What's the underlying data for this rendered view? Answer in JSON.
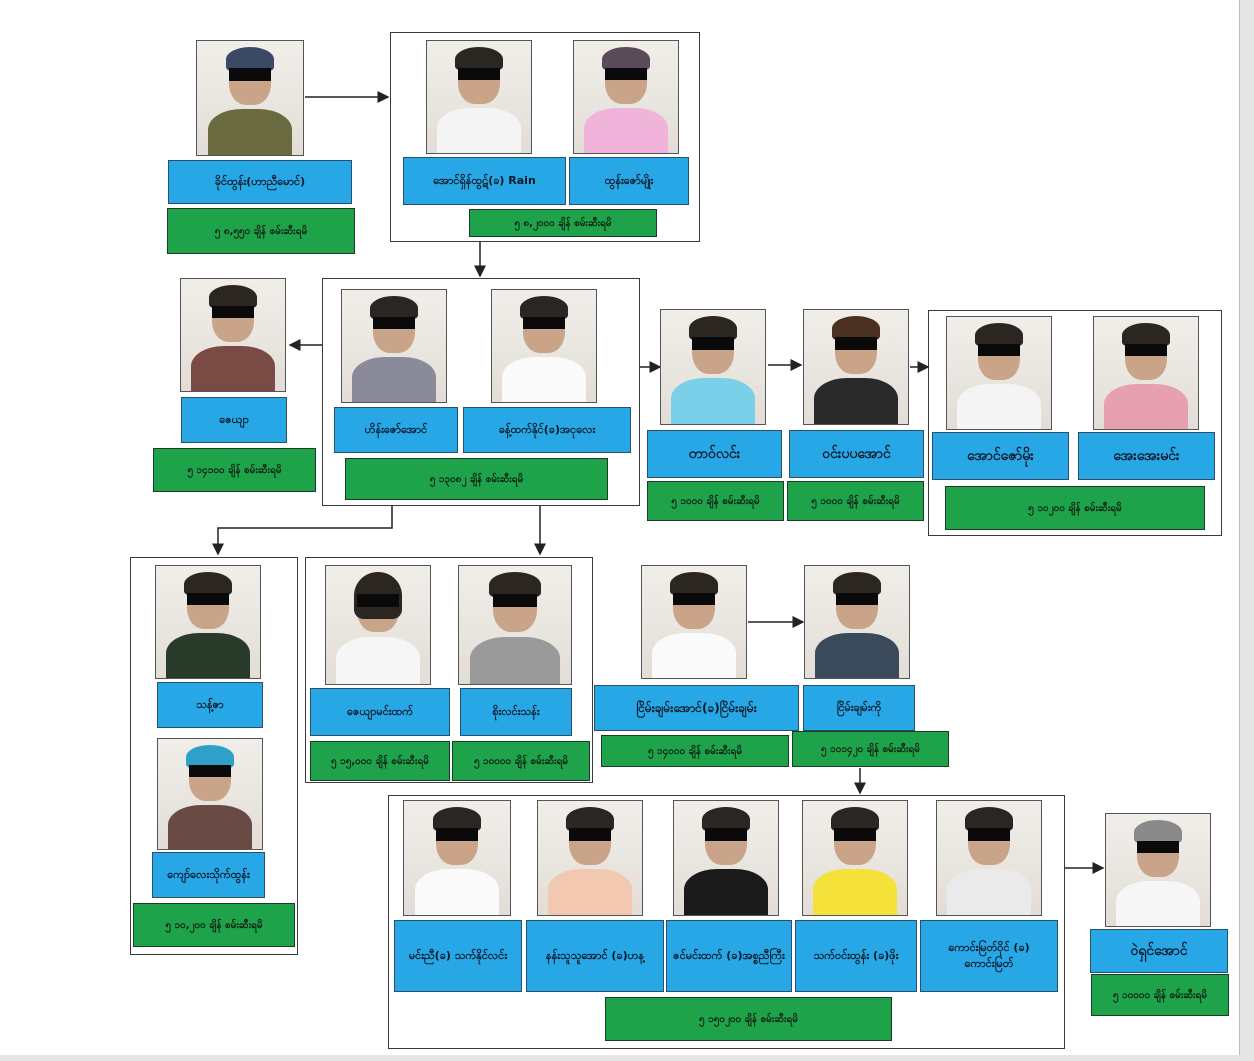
{
  "colors": {
    "name_box": "#27a7e5",
    "count_box": "#1ea24a",
    "frame": "#3a3a3a",
    "face_bar": "#0a0a0a"
  },
  "people": {
    "p1": {
      "name": "ခိုင်ထွန်း(ဟာညီမောင်)"
    },
    "p2": {
      "name": "အောင်ရှိန်ထွဋ်(ခ) Rain"
    },
    "p3": {
      "name": "ထွန်းဇော်မျိုး"
    },
    "p4": {
      "name": "ဇေယျာ"
    },
    "p5": {
      "name": "ဟိန်းဇော်အောင်"
    },
    "p6": {
      "name": "ခန့်ထက်နိုင်(ခ)အငုလေး"
    },
    "p7": {
      "name": "တာဝ်လင်း"
    },
    "p8": {
      "name": "ဝင်းပပအောင်"
    },
    "p9": {
      "name": "အောင်ဇော်မိုး"
    },
    "p10": {
      "name": "အေးအေးမင်း"
    },
    "p11": {
      "name": "သန့်ဇာ"
    },
    "p12": {
      "name": "ကျော်လေးသိုက်ထွန်း"
    },
    "p13": {
      "name": "ဇေယျာမင်းထက်"
    },
    "p14": {
      "name": "စိုးလင်းသန်း"
    },
    "p15": {
      "name": "ငြိမ်းချမ်းအောင်(ခ)ငြိမ်းချမ်း"
    },
    "p16": {
      "name": "ငြိမ်းချမ်းကို"
    },
    "p17": {
      "name": "မင်းညီ(ခ) သက်နိုင်လင်း"
    },
    "p18": {
      "name": "နန်းသူသူအောင် (ခ)ဟန့"
    },
    "p19": {
      "name": "ဇင်မင်းထက် (ခ)အစ္စညီကြီး"
    },
    "p20": {
      "name": "သက်ဝင်းထွန်း (ခ)ဖိုး"
    },
    "p21": {
      "name": "ကောင်းမြတ်ဝိုင် (ခ) ကောင်းမြတ်"
    },
    "p22": {
      "name": "ဝဲရှင်အောင်"
    }
  },
  "counts": {
    "c1": "၅ ၈,၅၅၀ ချိန် စမ်းဆီးရမိ",
    "c2": "၅ ၈,၂၀၀၀ ချိန် စမ်းဆီးရမိ",
    "c3": "၅ ၁၄၁၀၀ ချိန် စမ်းဆီးရမိ",
    "c4": "၅ ၁၃၀၈၂ ချိန် စမ်းဆီးရမိ",
    "c5": "၅ ၁၀၀၀ ချိန် စမ်းဆီးရမိ",
    "c6": "၅ ၁၀၀၀ ချိန် စမ်းဆီးရမိ",
    "c7": "၅ ၁၀၂၀၀ ချိန် စမ်းဆီးရမိ",
    "c8": "၅ ၁၀,၂၀၀ ချိန် စမ်းဆီးရမိ",
    "c9": "၅ ၁၅,၀၀၀ ချိန် စမ်းဆီးရမိ",
    "c10": "၅ ၁၀၀၀၀ ချိန် စမ်းဆီးရမိ",
    "c11": "၅ ၁၄၀၀၀ ချိန် စမ်းဆီးရမိ",
    "c12": "၅ ၁၀၁၄၂၀ ချိန် စမ်းဆီးရမိ",
    "c13": "၅ ၁၅၀၂၀၀ ချိန် စမ်းဆီးရမိ",
    "c14": "၅ ၁၀၀၀၀ ချိန် စမ်းဆီးရမိ"
  }
}
